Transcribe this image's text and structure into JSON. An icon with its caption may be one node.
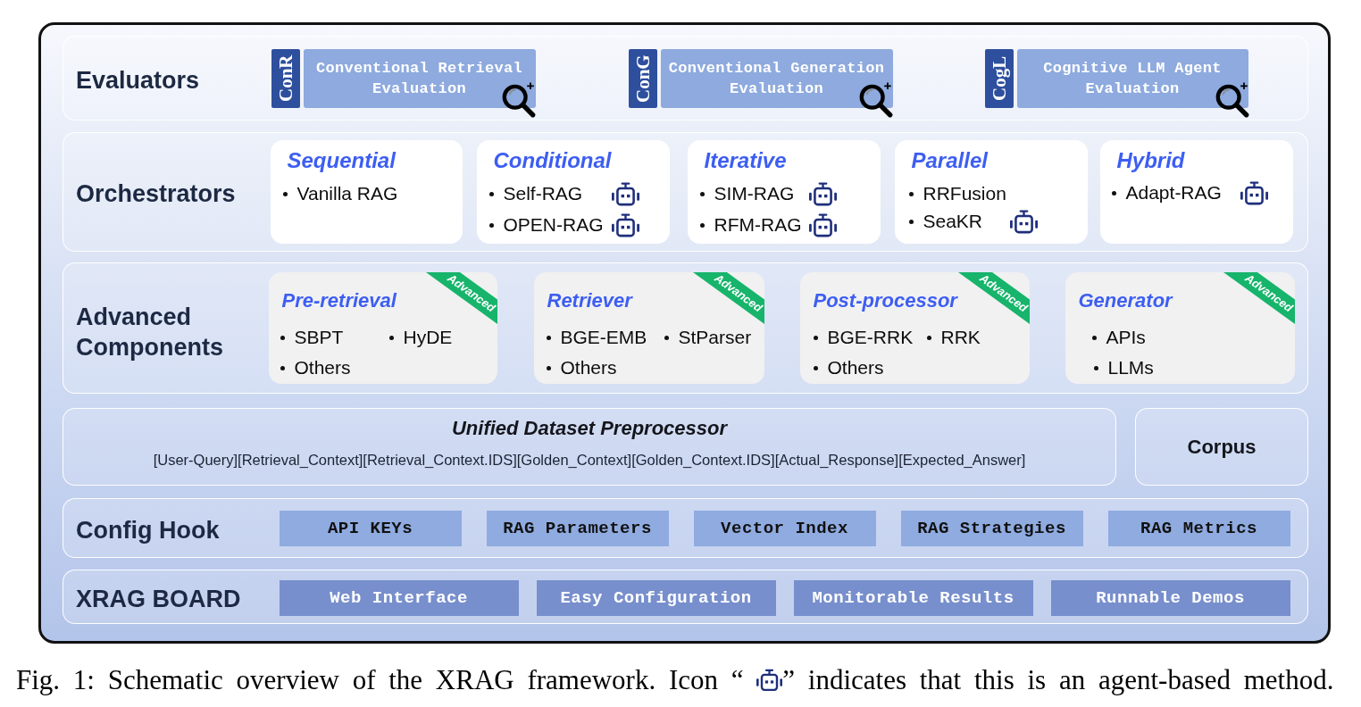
{
  "diagram": {
    "caption": "Fig. 1: Schematic overview of the XRAG framework. Icon “ ” indicates that this is an agent-based method.",
    "nodes": [
      {
        "text": [],
        "shape": "box"
      },
      {
        "text": [
          "Evaluators"
        ],
        "in": 0
      },
      {
        "text": [
          "ConR"
        ],
        "in": 1
      },
      {
        "text": [
          "Conventional Retrieval Evaluation"
        ],
        "in": 1
      },
      {
        "text": [
          "ConG"
        ],
        "in": 1
      },
      {
        "text": [
          "Conventional Generation Evaluation"
        ],
        "in": 1
      },
      {
        "text": [
          "CogL"
        ],
        "in": 1
      },
      {
        "text": [
          "Cognitive LLM Agent Evaluation"
        ],
        "in": 1
      },
      {
        "text": [
          "Orchestrators"
        ],
        "in": 0
      },
      {
        "text": [
          "Sequential",
          "Vanilla RAG"
        ],
        "in": 8
      },
      {
        "text": [
          "Conditional",
          "Self-RAG",
          "OPEN-RAG"
        ],
        "in": 8
      },
      {
        "text": [
          "Iterative",
          "SIM-RAG",
          "RFM-RAG"
        ],
        "in": 8
      },
      {
        "text": [
          "Parallel",
          "RRFusion",
          "SeaKR"
        ],
        "in": 8
      },
      {
        "text": [
          "Hybrid",
          "Adapt-RAG"
        ],
        "in": 8
      },
      {
        "text": [
          "Advanced Components"
        ],
        "in": 0
      },
      {
        "text": [
          "Pre-retrieval",
          "SBPT",
          "HyDE",
          "Others"
        ],
        "in": 14
      },
      {
        "text": [
          "Advanced"
        ],
        "in": 15
      },
      {
        "text": [
          "Retriever",
          "BGE-EMB",
          "StParser",
          "Others"
        ],
        "in": 14
      },
      {
        "text": [
          "Advanced"
        ],
        "in": 17
      },
      {
        "text": [
          "Post-processor",
          "BGE-RRK",
          "RRK",
          "Others"
        ],
        "in": 14
      },
      {
        "text": [
          "Advanced"
        ],
        "in": 19
      },
      {
        "text": [
          "Generator",
          "APIs",
          "LLMs"
        ],
        "in": 14
      },
      {
        "text": [
          "Advanced"
        ],
        "in": 21
      },
      {
        "text": [
          "Unified Dataset Preprocessor",
          "[User-Query][Retrieval_Context][Retrieval_Context.IDS][Golden_Context][Golden_Context.IDS][Actual_Response][Expected_Answer]"
        ],
        "in": 0
      },
      {
        "text": [
          "Corpus"
        ],
        "in": 0
      },
      {
        "text": [
          "Config Hook"
        ],
        "in": 0
      },
      {
        "text": [
          "API KEYs"
        ],
        "in": 25
      },
      {
        "text": [
          "RAG Parameters"
        ],
        "in": 25
      },
      {
        "text": [
          "Vector Index"
        ],
        "in": 25
      },
      {
        "text": [
          "RAG Strategies"
        ],
        "in": 25
      },
      {
        "text": [
          "RAG Metrics"
        ],
        "in": 25
      },
      {
        "text": [
          "XRAG BOARD"
        ],
        "in": 0
      },
      {
        "text": [
          "Web Interface"
        ],
        "in": 31
      },
      {
        "text": [
          "Easy Configuration"
        ],
        "in": 31
      },
      {
        "text": [
          "Monitorable Results"
        ],
        "in": 31
      },
      {
        "text": [
          "Runnable Demos"
        ],
        "in": 31
      }
    ]
  }
}
